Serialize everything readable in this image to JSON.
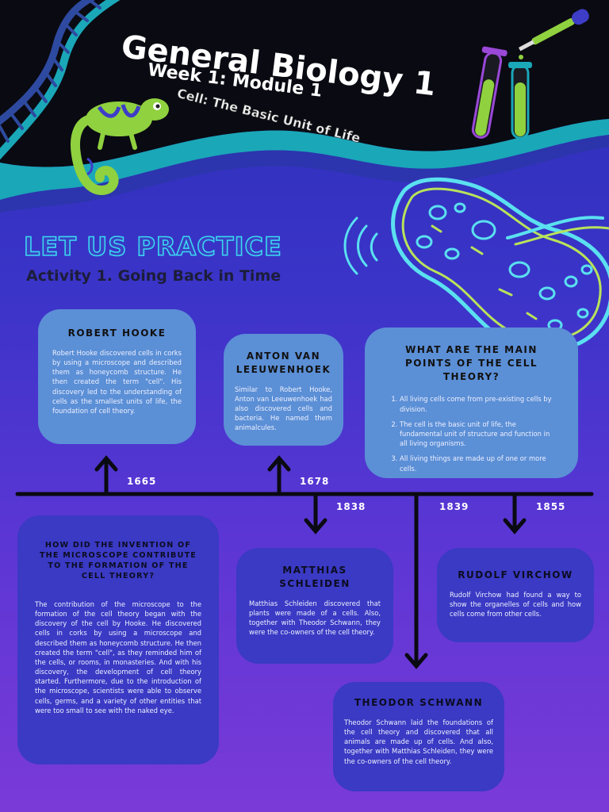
{
  "header": {
    "title": "General Biology 1",
    "week": "Week 1: Module 1",
    "subtitle": "Cell: The Basic Unit of Life"
  },
  "section": {
    "heading": "LET US PRACTICE",
    "activity": "Activity 1. Going Back in Time"
  },
  "timeline": {
    "years": [
      "1665",
      "1678",
      "1838",
      "1839",
      "1855"
    ]
  },
  "cards": {
    "hooke": {
      "title": "ROBERT HOOKE",
      "body": "Robert Hooke discovered cells in corks by using a microscope and described them as honeycomb structure. He then created the term \"cell\". His discovery led to the understanding of cells as the smallest units of life, the foundation of cell theory."
    },
    "leeuwenhoek": {
      "title": "ANTON VAN LEEUWENHOEK",
      "body": "Similar to Robert Hooke, Anton van Leeuwenhoek had also discovered cells and bacteria. He named them animalcules."
    },
    "theory": {
      "title": "WHAT ARE THE MAIN POINTS OF THE CELL THEORY?",
      "points": [
        "All living cells come from pre-existing cells by division.",
        "The cell is the basic unit of life, the fundamental unit of structure and function in all living organisms.",
        "All living things are made up of one or more cells."
      ]
    },
    "microscope": {
      "title": "HOW DID THE INVENTION OF THE MICROSCOPE CONTRIBUTE TO THE FORMATION OF THE CELL THEORY?",
      "body": "The contribution of the microscope to the formation of the cell theory began with the discovery of the cell by Hooke. He discovered cells in corks by using a microscope and described them as honeycomb structure. He then created the term \"cell\", as they reminded him of the cells, or rooms, in monasteries. And with his discovery, the development of cell theory started. Furthermore, due to the introduction of the microscope, scientists were able to observe cells, germs, and a variety of other entities that were too small to see with the naked eye."
    },
    "schleiden": {
      "title": "MATTHIAS SCHLEIDEN",
      "body": "Matthias Schleiden discovered that plants were made of a cells. Also, together with Theodor Schwann, they were the co-owners of the cell theory."
    },
    "virchow": {
      "title": "RUDOLF VIRCHOW",
      "body": "Rudolf Virchow had found a way to show the organelles of cells and how cells come from other cells."
    },
    "schwann": {
      "title": "THEODOR SCHWANN",
      "body": "Theodor Schwann laid the foundations of the cell theory and discovered that all animals are made up of cells. And also, together with Matthias Schleiden, they were the co-owners of the cell theory."
    }
  },
  "colors": {
    "header_bg": "#0a0a12",
    "teal": "#1aa7b8",
    "light_card": "#5b8fd6",
    "dark_card": "#3a3ac4"
  }
}
